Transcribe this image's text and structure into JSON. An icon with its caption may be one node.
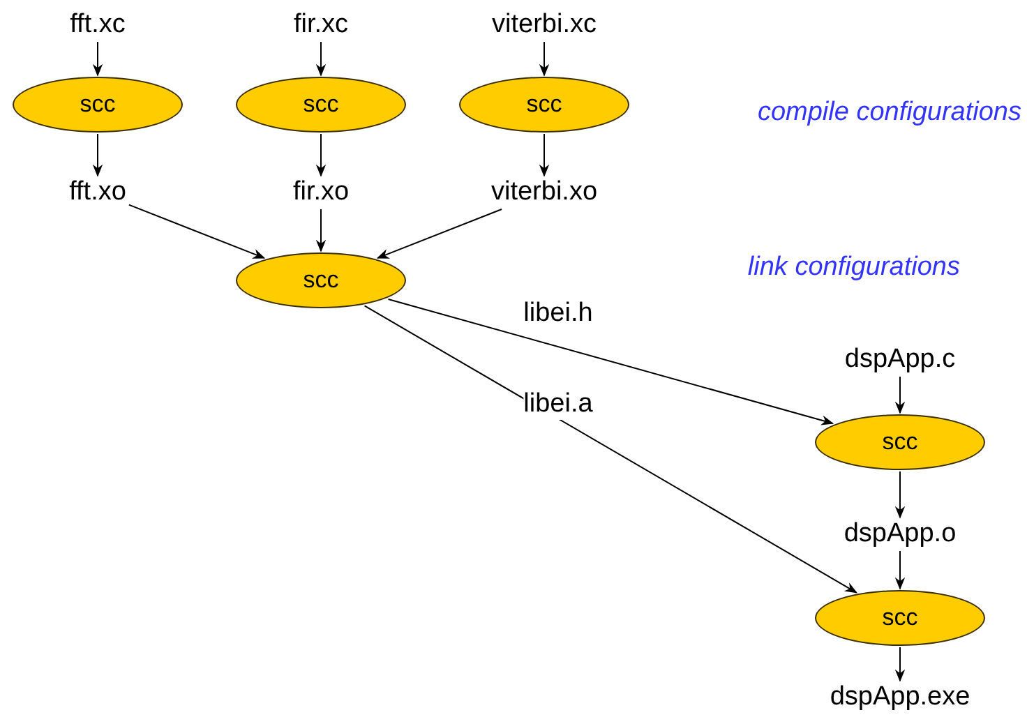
{
  "diagram": {
    "nodes": [
      {
        "text": [
          "fft.xc"
        ]
      },
      {
        "text": [
          "fir.xc"
        ]
      },
      {
        "text": [
          "viterbi.xc"
        ]
      },
      {
        "text": [
          "scc"
        ]
      },
      {
        "text": [
          "scc"
        ]
      },
      {
        "text": [
          "scc"
        ]
      },
      {
        "text": [
          "fft.xo"
        ]
      },
      {
        "text": [
          "fir.xo"
        ]
      },
      {
        "text": [
          "viterbi.xo"
        ]
      },
      {
        "text": [
          "scc"
        ]
      },
      {
        "text": [
          "dspApp.c"
        ]
      },
      {
        "text": [
          "scc"
        ]
      },
      {
        "text": [
          "dspApp.o"
        ]
      },
      {
        "text": [
          "scc"
        ]
      },
      {
        "text": [
          "dspApp.exe"
        ]
      }
    ],
    "edges": [
      {
        "from": 0,
        "to": 3,
        "arrow": "to"
      },
      {
        "from": 1,
        "to": 4,
        "arrow": "to"
      },
      {
        "from": 2,
        "to": 5,
        "arrow": "to"
      },
      {
        "from": 3,
        "to": 6,
        "arrow": "to"
      },
      {
        "from": 4,
        "to": 7,
        "arrow": "to"
      },
      {
        "from": 5,
        "to": 8,
        "arrow": "to"
      },
      {
        "from": 6,
        "to": 9,
        "arrow": "to"
      },
      {
        "from": 7,
        "to": 9,
        "arrow": "to"
      },
      {
        "from": 8,
        "to": 9,
        "arrow": "to"
      },
      {
        "from": 9,
        "to": 11,
        "arrow": "to",
        "label": "libei.h"
      },
      {
        "from": 9,
        "to": 13,
        "arrow": "to",
        "label": "libei.a"
      },
      {
        "from": 10,
        "to": 11,
        "arrow": "to"
      },
      {
        "from": 11,
        "to": 12,
        "arrow": "to"
      },
      {
        "from": 12,
        "to": 13,
        "arrow": "to"
      },
      {
        "from": 13,
        "to": 14,
        "arrow": "to"
      }
    ],
    "labels": [
      "compile configurations",
      "link configurations"
    ]
  }
}
